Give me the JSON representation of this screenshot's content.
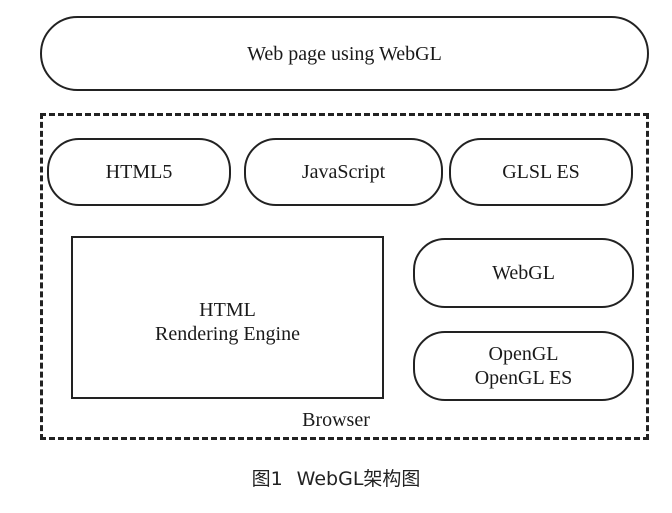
{
  "top_box": {
    "label": "Web page using WebGL"
  },
  "browser": {
    "label": "Browser",
    "languages": [
      {
        "label": "HTML5"
      },
      {
        "label": "JavaScript"
      },
      {
        "label": "GLSL ES"
      }
    ],
    "rendering_engine": {
      "line1": "HTML",
      "line2": "Rendering Engine"
    },
    "webgl": {
      "label": "WebGL"
    },
    "opengl": {
      "line1": "OpenGL",
      "line2": "OpenGL ES"
    }
  },
  "caption": {
    "figure": "图1",
    "title": "WebGL架构图"
  }
}
